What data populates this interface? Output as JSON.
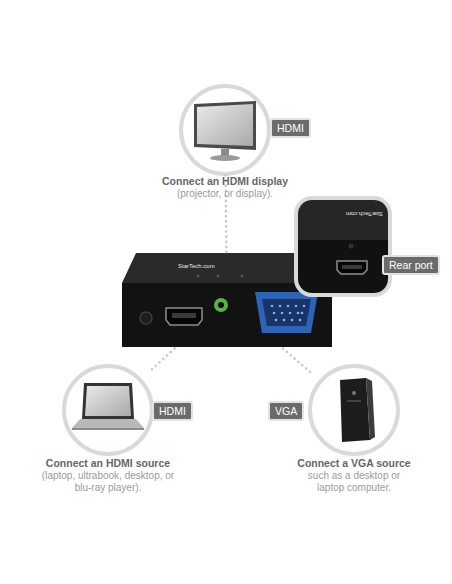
{
  "diagram": {
    "nodes": [
      {
        "text": [
          "HDMI",
          "Connect an HDMI display",
          "(projector, or display)."
        ]
      },
      {
        "text": [
          "StarTech.com",
          "Rear port"
        ]
      },
      {
        "text": [
          "StarTech.com"
        ]
      },
      {
        "text": [
          "HDMI",
          "Connect an HDMI source",
          "(laptop, ultrabook, desktop, or blu-ray player)."
        ]
      },
      {
        "text": [
          "VGA",
          "Connect a VGA source",
          "such as a desktop or laptop computer."
        ]
      }
    ],
    "edges": [
      {
        "from": 2,
        "to": 0,
        "arrow": "none"
      },
      {
        "from": 3,
        "to": 2,
        "arrow": "none"
      },
      {
        "from": 4,
        "to": 2,
        "arrow": "none"
      }
    ]
  }
}
